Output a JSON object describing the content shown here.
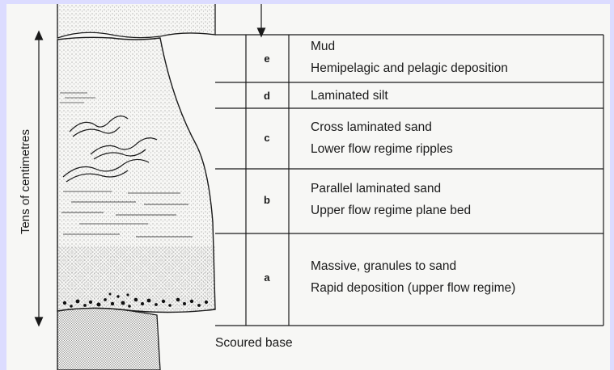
{
  "colors": {
    "frame_background": "#dcdcff",
    "paper": "#f7f7f5",
    "ink": "#1a1a1a"
  },
  "scale_label": "Tens of centimetres",
  "base_label": "Scoured base",
  "units": [
    {
      "letter": "e",
      "lines": [
        "Mud",
        "Hemipelagic and pelagic deposition"
      ]
    },
    {
      "letter": "d",
      "lines": [
        "Laminated silt"
      ]
    },
    {
      "letter": "c",
      "lines": [
        "Cross laminated sand",
        "Lower flow regime ripples"
      ]
    },
    {
      "letter": "b",
      "lines": [
        "Parallel laminated sand",
        "Upper flow regime plane bed"
      ]
    },
    {
      "letter": "a",
      "lines": [
        "Massive, granules to sand",
        "Rapid deposition (upper flow regime)"
      ]
    }
  ]
}
